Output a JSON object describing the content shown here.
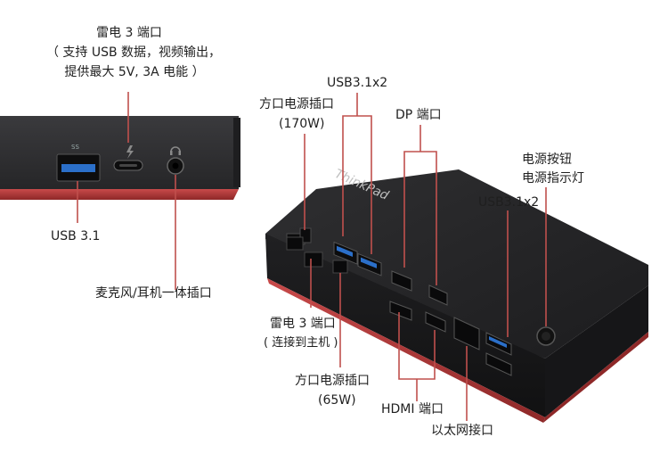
{
  "left_panel": {
    "tb3_title": "雷电 3 端口",
    "tb3_desc_1": "（ 支持 USB 数据，视频输出，",
    "tb3_desc_2": "提供最大 5V, 3A 电能 ）",
    "usb31_label": "USB 3.1",
    "audio_label": "麦克风/耳机一体插口",
    "usb_port_text": "SS",
    "tb_icon": "thunderbolt-icon",
    "headset_icon": "headset-icon"
  },
  "rear_panel": {
    "brand": "ThinkPad",
    "power170_line1": "方口电源插口",
    "power170_line2": "(170W)",
    "usb_x2_top": "USB3.1x2",
    "dp_ports": "DP 端口",
    "power_btn_line1": "电源按钮",
    "power_btn_line2": "电源指示灯",
    "usb_x2_right": "USB3.1x2",
    "tb3_conn_line1": "雷电 3 端口",
    "tb3_conn_line2": "( 连接到主机 )",
    "power65_line1": "方口电源插口",
    "power65_line2": "(65W)",
    "hdmi_ports": "HDMI 端口",
    "ethernet_port": "以太网接口"
  },
  "colors": {
    "device_body": "#2a2a2c",
    "accent_red": "#b53a3a",
    "leader_line": "#c0504d",
    "port_blue": "#2b6fc9"
  }
}
